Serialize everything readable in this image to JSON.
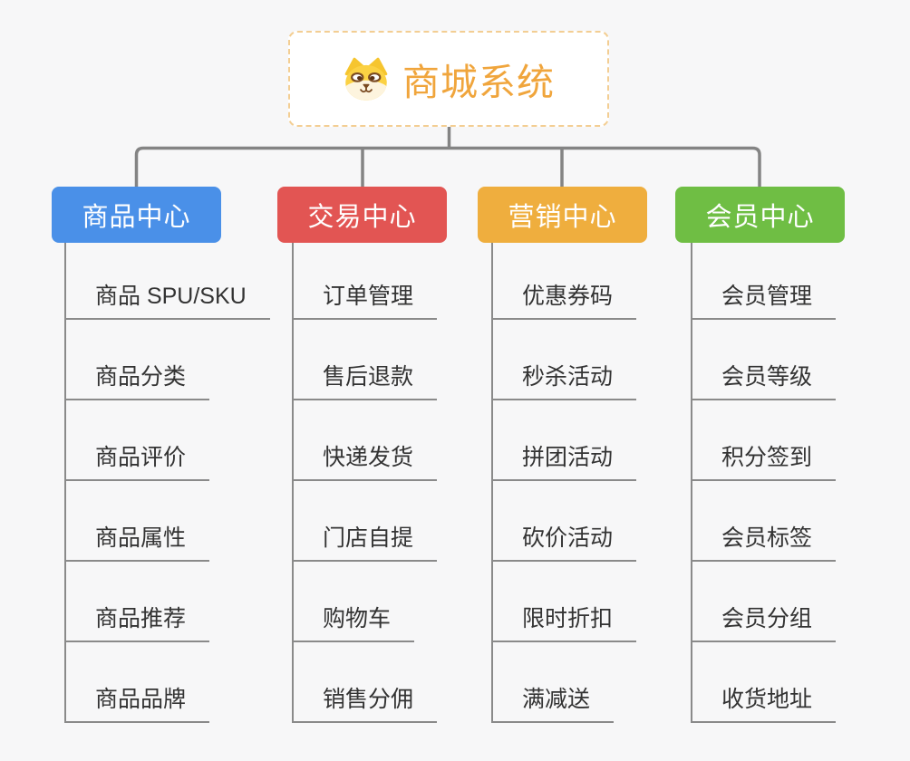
{
  "root": {
    "title": "商城系统",
    "icon": "dog-face-icon",
    "title_color": "#F0A53C",
    "border_color": "#F3CE93"
  },
  "branches": [
    {
      "label": "商品中心",
      "color": "#4A90E8",
      "items": [
        "商品 SPU/SKU",
        "商品分类",
        "商品评价",
        "商品属性",
        "商品推荐",
        "商品品牌"
      ]
    },
    {
      "label": "交易中心",
      "color": "#E25553",
      "items": [
        "订单管理",
        "售后退款",
        "快递发货",
        "门店自提",
        "购物车",
        "销售分佣"
      ]
    },
    {
      "label": "营销中心",
      "color": "#EFAE3E",
      "items": [
        "优惠券码",
        "秒杀活动",
        "拼团活动",
        "砍价活动",
        "限时折扣",
        "满减送"
      ]
    },
    {
      "label": "会员中心",
      "color": "#6FBE44",
      "items": [
        "会员管理",
        "会员等级",
        "积分签到",
        "会员标签",
        "会员分组",
        "收货地址"
      ]
    }
  ],
  "connector_color": "#848484",
  "background_color": "#F7F7F8",
  "item_text_color": "#333333",
  "item_line_color": "#8A8A8A"
}
